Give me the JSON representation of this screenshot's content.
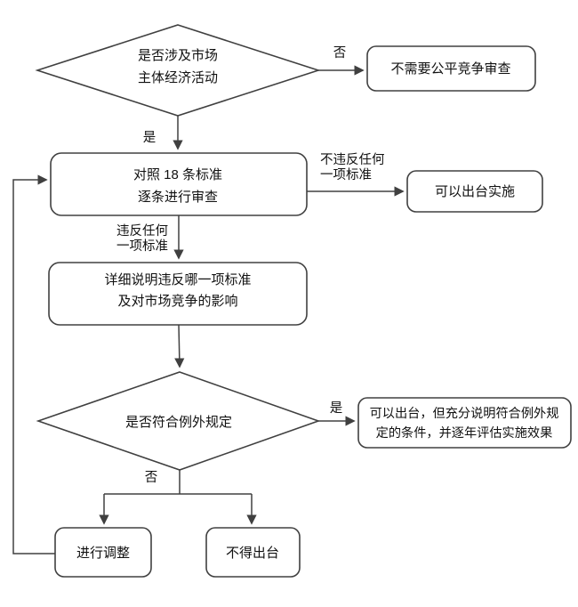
{
  "colors": {
    "background": "#ffffff",
    "line": "#404040",
    "box_fill": "#ffffff",
    "text": "#111111"
  },
  "nodes": {
    "decision_market": {
      "type": "diamond",
      "line1": "是否涉及市场",
      "line2": "主体经济活动"
    },
    "no_review": {
      "type": "rounded-rect",
      "line1": "不需要公平竞争审查"
    },
    "review_standards": {
      "type": "rounded-rect",
      "line1": "对照 18 条标准",
      "line2": "逐条进行审查"
    },
    "can_implement": {
      "type": "rounded-rect",
      "line1": "可以出台实施"
    },
    "explain_violation": {
      "type": "rounded-rect",
      "line1": "详细说明违反哪一项标准",
      "line2": "及对市场竞争的影响"
    },
    "decision_exception": {
      "type": "diamond",
      "line1": "是否符合例外规定"
    },
    "exception_implement": {
      "type": "rounded-rect",
      "line1": "可以出台，但充分说明符合例外规",
      "line2": "定的条件，并逐年评估实施效果"
    },
    "adjust": {
      "type": "rounded-rect",
      "line1": "进行调整"
    },
    "no_issue": {
      "type": "rounded-rect",
      "line1": "不得出台"
    }
  },
  "edge_labels": {
    "no_market": "否",
    "yes_market": "是",
    "not_violate_line1": "不违反任何",
    "not_violate_line2": "一项标准",
    "violate_line1": "违反任何",
    "violate_line2": "一项标准",
    "yes_exception": "是",
    "no_exception": "否"
  }
}
